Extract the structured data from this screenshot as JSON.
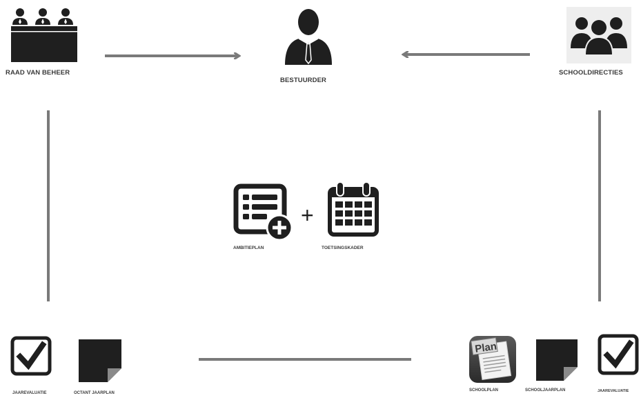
{
  "nodes": {
    "raad": "RAAD VAN BEHEER",
    "bestuurder": "BESTUURDER",
    "schooldirecties": "SCHOOLDIRECTIES",
    "ambitieplan": "AMBITIEPLAN",
    "toetsingskader": "TOETSINGSKADER",
    "plus": "+"
  },
  "documents_left": {
    "jaarevaluatie": "JAAREVALUATIE",
    "octant": "OCTANT JAARPLAN"
  },
  "documents_right": {
    "schoolplan": "SCHOOLPLAN",
    "plan_icon_text": "Plan",
    "schooljaarplan": "SCHOOLJAARPLAN",
    "jaarevaluatie": "JAAREVALUATIE"
  },
  "colors": {
    "icon": "#1f1f1f",
    "connector": "#7a7a7a",
    "label": "#3a3a3a"
  }
}
